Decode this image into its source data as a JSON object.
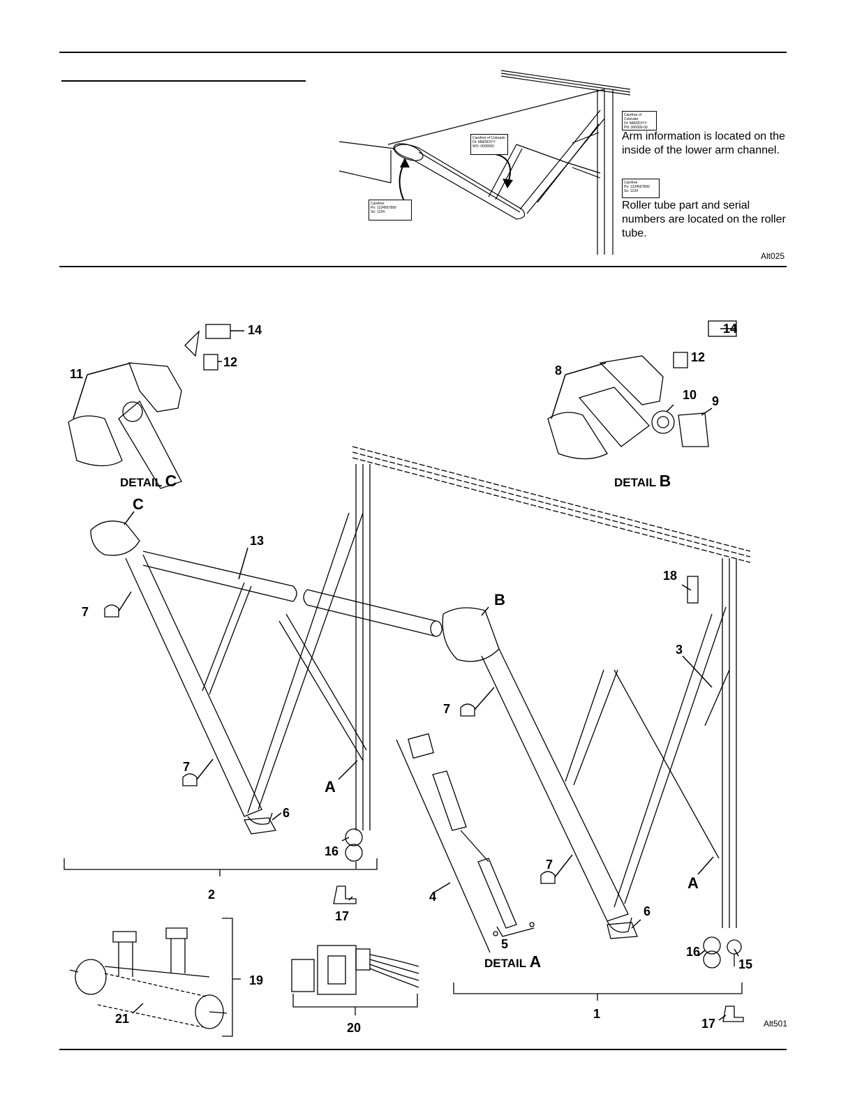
{
  "top_section": {
    "arm_info_text": "Arm information is located on the inside of the lower arm channel.",
    "roller_info_text": "Roller tube part and serial numbers are located on the roller tube.",
    "figure_code": "Alt025",
    "arm_tag": {
      "line1": "Carefree of Colorado",
      "line2": "Dt: MM/DD/YY",
      "line3": "WO: 0000000",
      "line4": "PN: 000000-00"
    },
    "roller_tag": {
      "line1": "Carefree",
      "line2": "Pn: 1234567890",
      "line3": "Sn: 1234"
    }
  },
  "exploded_view": {
    "figure_code": "Alt501",
    "detail_c": {
      "prefix": "DETAIL",
      "letter": "C"
    },
    "detail_b": {
      "prefix": "DETAIL",
      "letter": "B"
    },
    "detail_a": {
      "prefix": "DETAIL",
      "letter": "A"
    },
    "letters": {
      "c": "C",
      "b": "B",
      "a_left": "A",
      "a_right": "A"
    },
    "callouts": {
      "n14_left": "14",
      "n12_left": "12",
      "n11": "11",
      "n14_right": "14",
      "n12_right": "12",
      "n8": "8",
      "n10": "10",
      "n9": "9",
      "n13": "13",
      "n18": "18",
      "n3": "3",
      "n7_a": "7",
      "n7_b": "7",
      "n7_c": "7",
      "n7_d": "7",
      "n6_left": "6",
      "n6_right": "6",
      "n16_left": "16",
      "n16_right": "16",
      "n15": "15",
      "n2": "2",
      "n17_left": "17",
      "n17_right": "17",
      "n4": "4",
      "n5": "5",
      "n1": "1",
      "n19": "19",
      "n21": "21",
      "n20": "20"
    }
  }
}
